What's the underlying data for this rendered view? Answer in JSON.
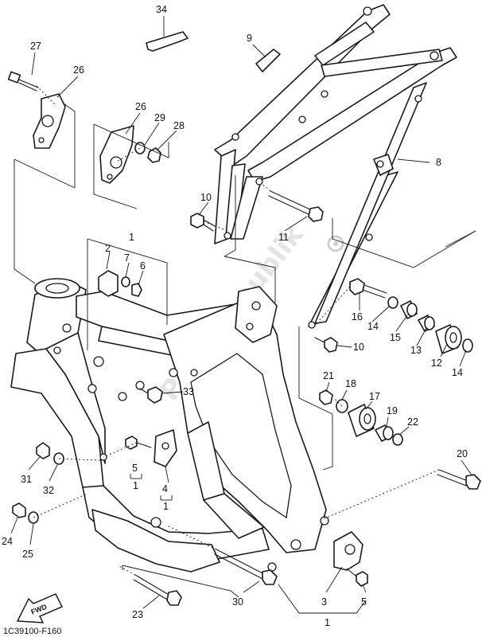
{
  "diagram_code": "1C39100-F160",
  "fwd_label": "FWD",
  "watermark": "PartsRepublik",
  "callouts": {
    "c34": "34",
    "c9": "9",
    "c27": "27",
    "c26a": "26",
    "c26b": "26",
    "c29": "29",
    "c28": "28",
    "c8": "8",
    "c10a": "10",
    "c11": "11",
    "c1a": "1",
    "c2": "2",
    "c7": "7",
    "c6": "6",
    "c16": "16",
    "c14a": "14",
    "c15": "15",
    "c13": "13",
    "c12": "12",
    "c14b": "14",
    "c10b": "10",
    "c33": "33",
    "c21": "21",
    "c18": "18",
    "c17": "17",
    "c19": "19",
    "c22": "22",
    "c5a": "5",
    "c1b": "1",
    "c4": "4",
    "c1c": "1",
    "c31": "31",
    "c32": "32",
    "c24": "24",
    "c25": "25",
    "c20": "20",
    "c3": "3",
    "c5b": "5",
    "c30": "30",
    "c23": "23",
    "c1d": "1"
  }
}
